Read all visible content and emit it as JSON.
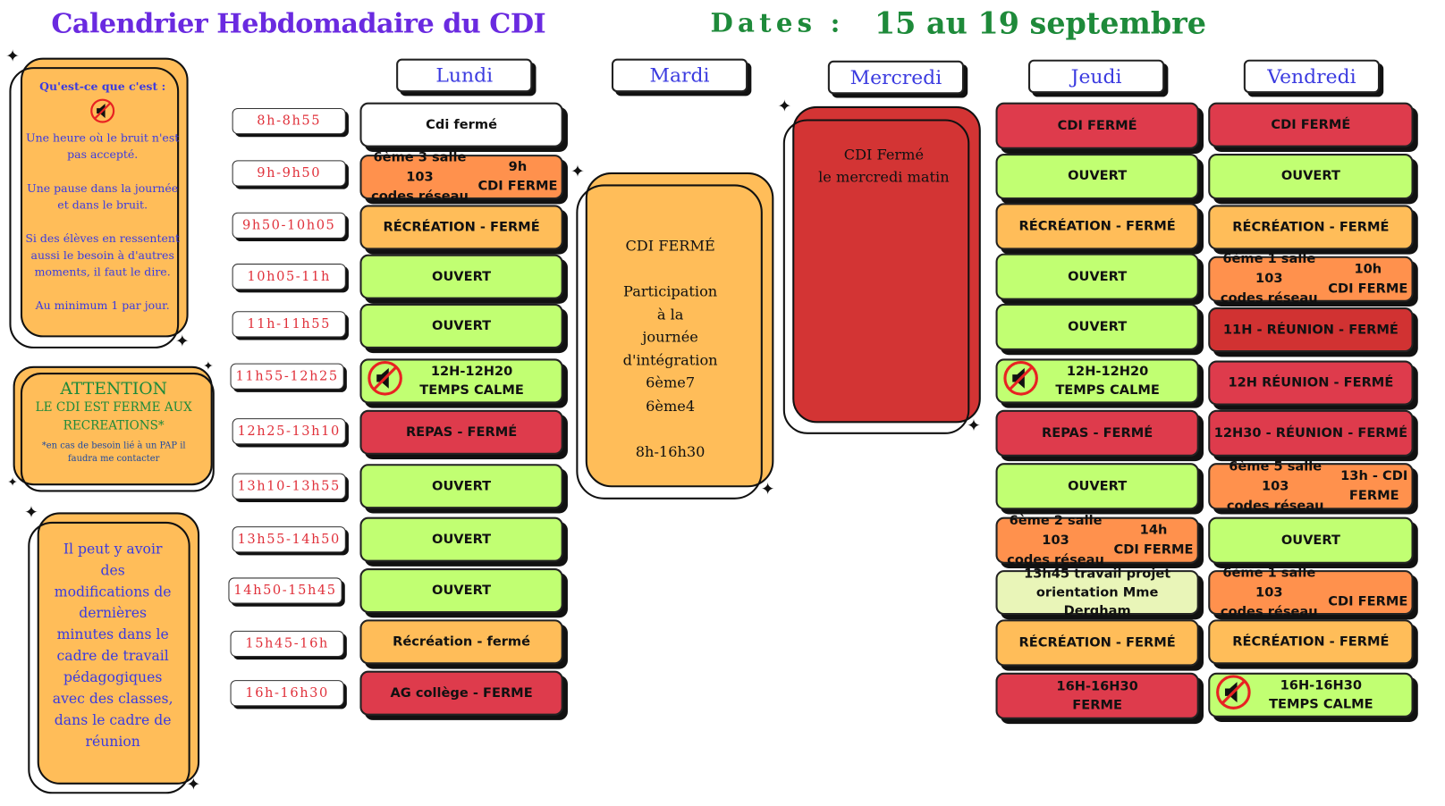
{
  "header": {
    "title": "Calendrier Hebdomadaire du CDI",
    "dates_label": "Dates :",
    "dates_value": "15 au 19 septembre"
  },
  "colors": {
    "green": "#c1ff72",
    "orange": "#ffbd59",
    "dark_orange": "#ff914d",
    "red": "#de3b4c",
    "dark_red": "#d13232",
    "light": "#e9f5b8",
    "white": "#ffffff"
  },
  "side": {
    "calm_box": {
      "heading": "Qu'est-ce que c'est :",
      "icon": "no-noise-icon",
      "p1": "Une heure où le bruit n'est\npas accepté.",
      "p2": "Une pause dans la journée\net dans le bruit.",
      "p3": "Si des élèves en ressentent\naussi le besoin à d'autres\nmoments, il faut le dire.",
      "p4": "Au minimum 1 par jour."
    },
    "attention_box": {
      "heading": "ATTENTION",
      "line": "LE CDI EST FERME AUX\nRECREATIONS*",
      "note": "*en cas de besoin lié à un PAP il\nfaudra me contacter"
    },
    "notice_box": {
      "text": "Il peut y avoir\ndes\nmodifications de\ndernières\nminutes dans le\ncadre de travail\npédagogiques\navec des classes,\ndans le cadre de\nréunion"
    }
  },
  "timeslots": [
    "8h-8h55",
    "9h-9h50",
    "9h50-10h05",
    "10h05-11h",
    "11h-11h55",
    "11h55-12h25",
    "12h25-13h10",
    "13h10-13h55",
    "13h55-14h50",
    "14h50-15h45",
    "15h45-16h",
    "16h-16h30"
  ],
  "days": {
    "lundi": {
      "label": "Lundi",
      "cells": [
        {
          "text": "Cdi fermé",
          "color": "white"
        },
        {
          "left": "6ème 3 salle 103\ncodes réseau",
          "right": "9h\nCDI FERME",
          "color": "dark_orange"
        },
        {
          "text": "RÉCRÉATION - FERMÉ",
          "color": "orange"
        },
        {
          "text": "OUVERT",
          "color": "green"
        },
        {
          "text": "OUVERT",
          "color": "green"
        },
        {
          "text": "12H-12H20\nTEMPS CALME",
          "icon": true,
          "color": "green"
        },
        {
          "text": "REPAS - FERMÉ",
          "color": "red"
        },
        {
          "text": "OUVERT",
          "color": "green"
        },
        {
          "text": "OUVERT",
          "color": "green"
        },
        {
          "text": "OUVERT",
          "color": "green"
        },
        {
          "text": "Récréation - fermé",
          "color": "orange"
        },
        {
          "text": "AG collège - FERME",
          "color": "red"
        }
      ]
    },
    "mardi": {
      "label": "Mardi",
      "text": "CDI FERMÉ\n\nParticipation\nà la\njournée\nd'intégration\n6ème7\n6ème4\n\n8h-16h30"
    },
    "mercredi": {
      "label": "Mercredi",
      "text": "CDI Fermé\nle mercredi matin"
    },
    "jeudi": {
      "label": "Jeudi",
      "cells": [
        {
          "text": "CDI FERMÉ",
          "color": "red"
        },
        {
          "text": "OUVERT",
          "color": "green"
        },
        {
          "text": "RÉCRÉATION - FERMÉ",
          "color": "orange"
        },
        {
          "text": "OUVERT",
          "color": "green"
        },
        {
          "text": "OUVERT",
          "color": "green"
        },
        {
          "text": "12H-12H20\nTEMPS CALME",
          "icon": true,
          "color": "green"
        },
        {
          "text": "REPAS - FERMÉ",
          "color": "red"
        },
        {
          "text": "OUVERT",
          "color": "green"
        },
        {
          "left": "6ème 2 salle 103\ncodes réseau",
          "right": "14h\nCDI FERME",
          "color": "dark_orange"
        },
        {
          "text": "13h45 travail projet\norientation Mme Dergham",
          "color": "light"
        },
        {
          "text": "RÉCRÉATION - FERMÉ",
          "color": "orange"
        },
        {
          "text": "16H-16H30\nFERME",
          "color": "red"
        }
      ]
    },
    "vendredi": {
      "label": "Vendredi",
      "cells": [
        {
          "text": "CDI FERMÉ",
          "color": "red"
        },
        {
          "text": "OUVERT",
          "color": "green"
        },
        {
          "text": "RÉCRÉATION - FERMÉ",
          "color": "orange"
        },
        {
          "left": "6ème 1 salle 103\ncodes réseau",
          "right": "10h\nCDI FERME",
          "color": "dark_orange"
        },
        {
          "text": "11H - RÉUNION - FERMÉ",
          "color": "dark_red"
        },
        {
          "text": "12H RÉUNION - FERMÉ",
          "color": "red"
        },
        {
          "text": "12H30 - RÉUNION - FERMÉ",
          "color": "red"
        },
        {
          "left": "6ème 5 salle 103\ncodes réseau",
          "right": "13h - CDI\nFERME",
          "color": "dark_orange"
        },
        {
          "text": "OUVERT",
          "color": "green"
        },
        {
          "left": "6ème 1 salle 103\ncodes réseau",
          "right": "\nCDI FERME",
          "color": "dark_orange"
        },
        {
          "text": "RÉCRÉATION - FERMÉ",
          "color": "orange"
        },
        {
          "text": "16H-16H30\nTEMPS CALME",
          "icon": true,
          "color": "green"
        }
      ]
    }
  }
}
